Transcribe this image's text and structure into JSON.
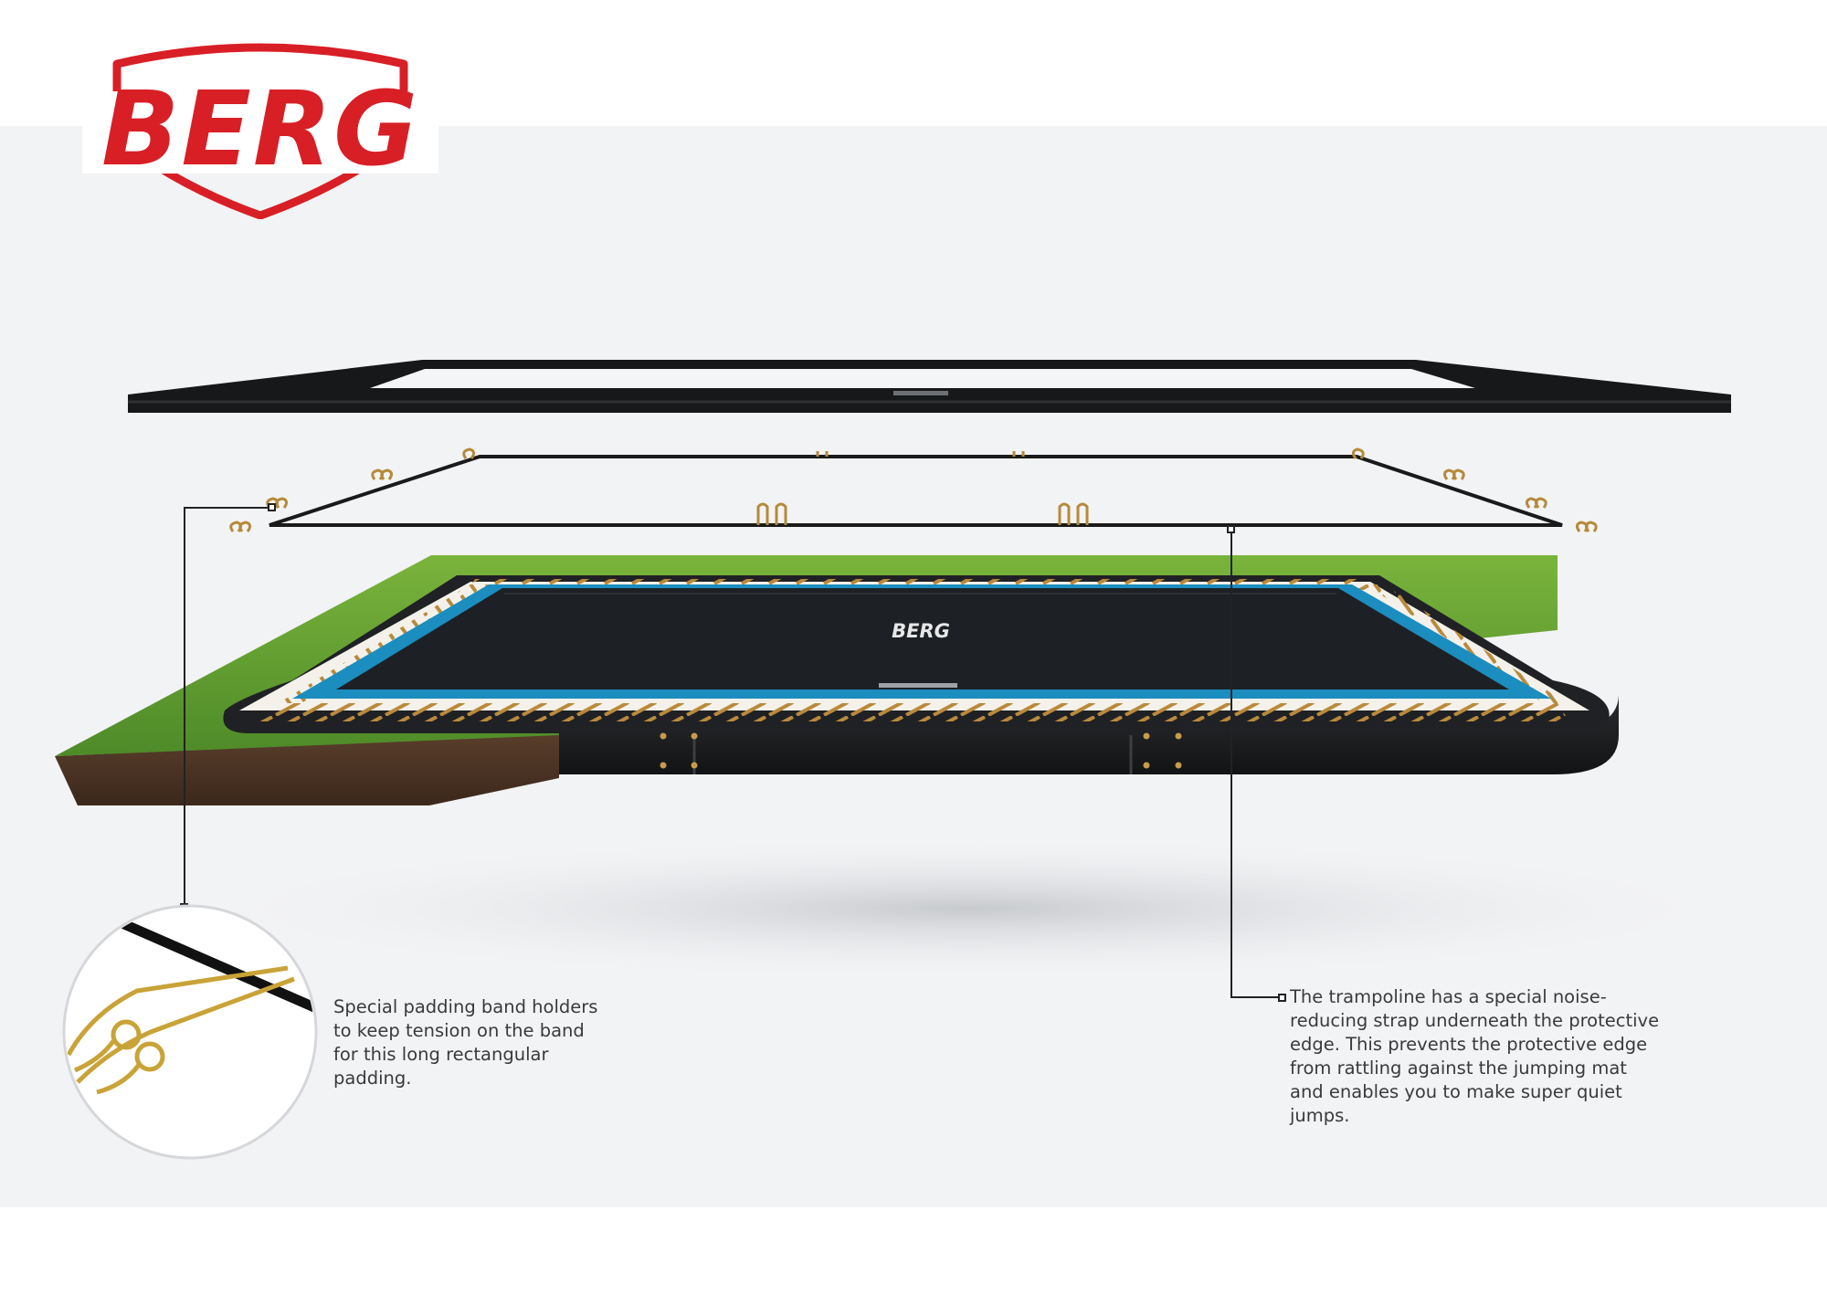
{
  "brand": {
    "logo_text": "BERG",
    "mat_logo_text": "BERG",
    "color_red": "#d81f26",
    "color_mat": "#1d2125",
    "color_frame_blue": "#1b8dbf",
    "color_grass": "#5f9a2e",
    "color_soil": "#4a3324"
  },
  "annotations": [
    {
      "text": "Special padding band holders to keep tension on the band for this long rectangular padding."
    },
    {
      "text": "The trampoline has a special noise-reducing strap underneath the protective edge. This prevents the protective edge from rattling against the jumping mat and enables you to make super quiet jumps."
    }
  ],
  "icons": {
    "spring_detail": "padding-band-holder-spring-icon"
  }
}
